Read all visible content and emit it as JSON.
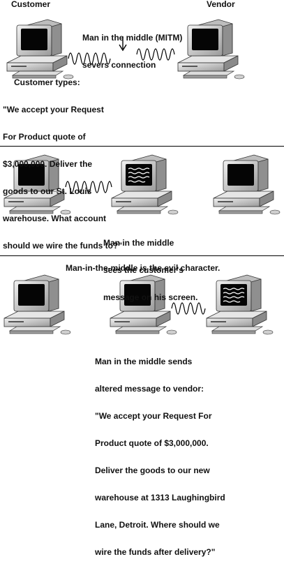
{
  "panel1": {
    "customer_label": "Customer",
    "vendor_label": "Vendor",
    "mitm_note": [
      "Man in the middle (MITM)",
      "severs connection"
    ],
    "customer_types_title": "Customer types:",
    "customer_message": [
      "\"We accept your Request",
      "For Product quote of",
      "$3,000,000. Deliver the",
      "goods to our St. Louis",
      "warehouse. What account",
      "should we wire the funds to?\""
    ]
  },
  "panel2": {
    "caption": [
      "Man in the middle",
      "sees the customer's",
      "message on his screen."
    ]
  },
  "panel3": {
    "title": "Man-in-the-middle is the evil character.",
    "caption": [
      "Man in the middle sends",
      "altered message to vendor:",
      "\"We accept your Request For",
      "Product quote of $3,000,000.",
      "Deliver the goods to our new",
      "warehouse at 1313 Laughingbird",
      "Lane, Detroit. Where should we",
      "wire the funds after delivery?\""
    ]
  }
}
